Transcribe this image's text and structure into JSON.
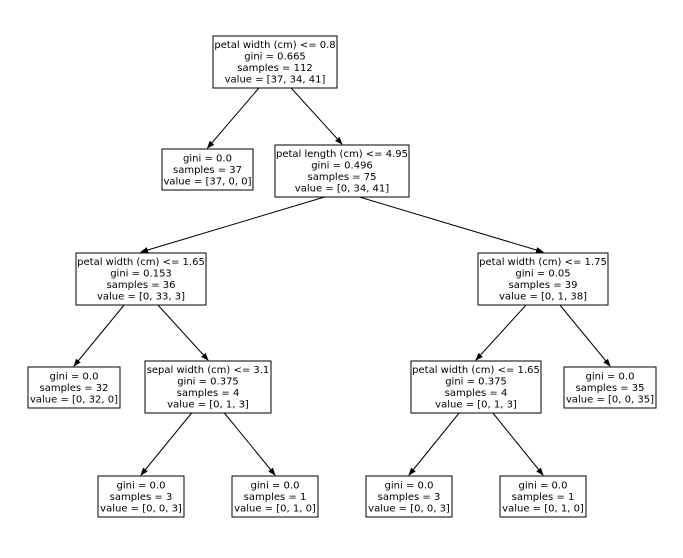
{
  "tree": {
    "nodes": [
      {
        "id": "n0",
        "lines": [
          "petal width (cm) <= 0.8",
          "gini = 0.665",
          "samples = 112",
          "value = [37, 34, 41]"
        ]
      },
      {
        "id": "n1",
        "lines": [
          "gini = 0.0",
          "samples = 37",
          "value = [37, 0, 0]"
        ]
      },
      {
        "id": "n2",
        "lines": [
          "petal length (cm) <= 4.95",
          "gini = 0.496",
          "samples = 75",
          "value = [0, 34, 41]"
        ]
      },
      {
        "id": "n3",
        "lines": [
          "petal width (cm) <= 1.65",
          "gini = 0.153",
          "samples = 36",
          "value = [0, 33, 3]"
        ]
      },
      {
        "id": "n4",
        "lines": [
          "petal width (cm) <= 1.75",
          "gini = 0.05",
          "samples = 39",
          "value = [0, 1, 38]"
        ]
      },
      {
        "id": "n5",
        "lines": [
          "gini = 0.0",
          "samples = 32",
          "value = [0, 32, 0]"
        ]
      },
      {
        "id": "n6",
        "lines": [
          "sepal width (cm) <= 3.1",
          "gini = 0.375",
          "samples = 4",
          "value = [0, 1, 3]"
        ]
      },
      {
        "id": "n7",
        "lines": [
          "petal width (cm) <= 1.65",
          "gini = 0.375",
          "samples = 4",
          "value = [0, 1, 3]"
        ]
      },
      {
        "id": "n8",
        "lines": [
          "gini = 0.0",
          "samples = 35",
          "value = [0, 0, 35]"
        ]
      },
      {
        "id": "n9",
        "lines": [
          "gini = 0.0",
          "samples = 3",
          "value = [0, 0, 3]"
        ]
      },
      {
        "id": "n10",
        "lines": [
          "gini = 0.0",
          "samples = 1",
          "value = [0, 1, 0]"
        ]
      },
      {
        "id": "n11",
        "lines": [
          "gini = 0.0",
          "samples = 3",
          "value = [0, 0, 3]"
        ]
      },
      {
        "id": "n12",
        "lines": [
          "gini = 0.0",
          "samples = 1",
          "value = [0, 1, 0]"
        ]
      }
    ],
    "edges": [
      [
        "n0",
        "n1"
      ],
      [
        "n0",
        "n2"
      ],
      [
        "n2",
        "n3"
      ],
      [
        "n2",
        "n4"
      ],
      [
        "n3",
        "n5"
      ],
      [
        "n3",
        "n6"
      ],
      [
        "n4",
        "n7"
      ],
      [
        "n4",
        "n8"
      ],
      [
        "n6",
        "n9"
      ],
      [
        "n6",
        "n10"
      ],
      [
        "n7",
        "n11"
      ],
      [
        "n7",
        "n12"
      ]
    ]
  }
}
